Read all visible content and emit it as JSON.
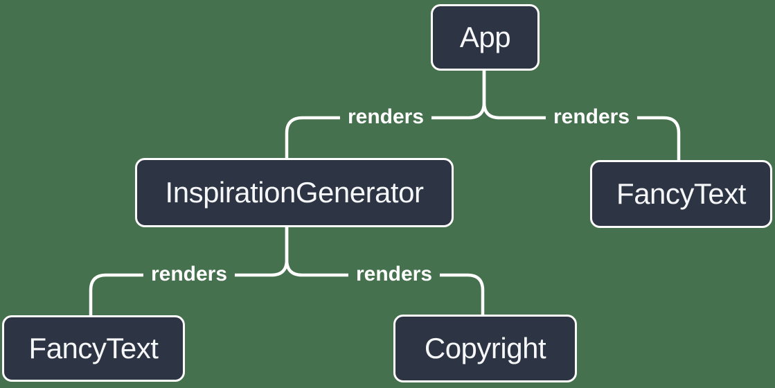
{
  "diagram": {
    "type": "component-render-tree",
    "nodes": [
      {
        "id": "app",
        "label": "App"
      },
      {
        "id": "inspiration-generator",
        "label": "InspirationGenerator"
      },
      {
        "id": "fancy-text-top",
        "label": "FancyText"
      },
      {
        "id": "fancy-text-bottom",
        "label": "FancyText"
      },
      {
        "id": "copyright",
        "label": "Copyright"
      }
    ],
    "edges": [
      {
        "from": "app",
        "to": "inspiration-generator",
        "label": "renders"
      },
      {
        "from": "app",
        "to": "fancy-text-top",
        "label": "renders"
      },
      {
        "from": "inspiration-generator",
        "to": "fancy-text-bottom",
        "label": "renders"
      },
      {
        "from": "inspiration-generator",
        "to": "copyright",
        "label": "renders"
      }
    ],
    "colors": {
      "background": "#46714E",
      "node_fill": "#2D3444",
      "node_border": "#FFFFFF",
      "edge": "#FFFFFF",
      "node_text": "#F6F7F9",
      "edge_label_text": "#FFFFFF"
    }
  }
}
